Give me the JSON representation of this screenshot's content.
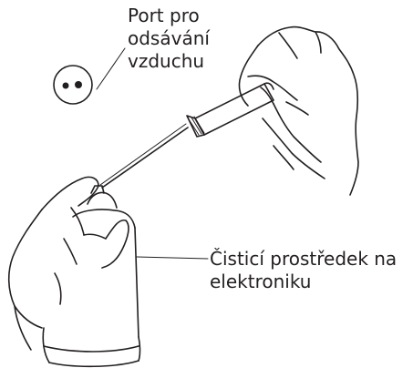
{
  "labels": {
    "port_lines": [
      "Port pro",
      "odsávání",
      "vzduchu"
    ],
    "cleaner_lines": [
      "Čisticí prostředek na",
      "elektroniku"
    ]
  },
  "colors": {
    "ink": "#231f20",
    "background": "#ffffff"
  },
  "icons": {
    "port": "air-suction-port-icon"
  }
}
